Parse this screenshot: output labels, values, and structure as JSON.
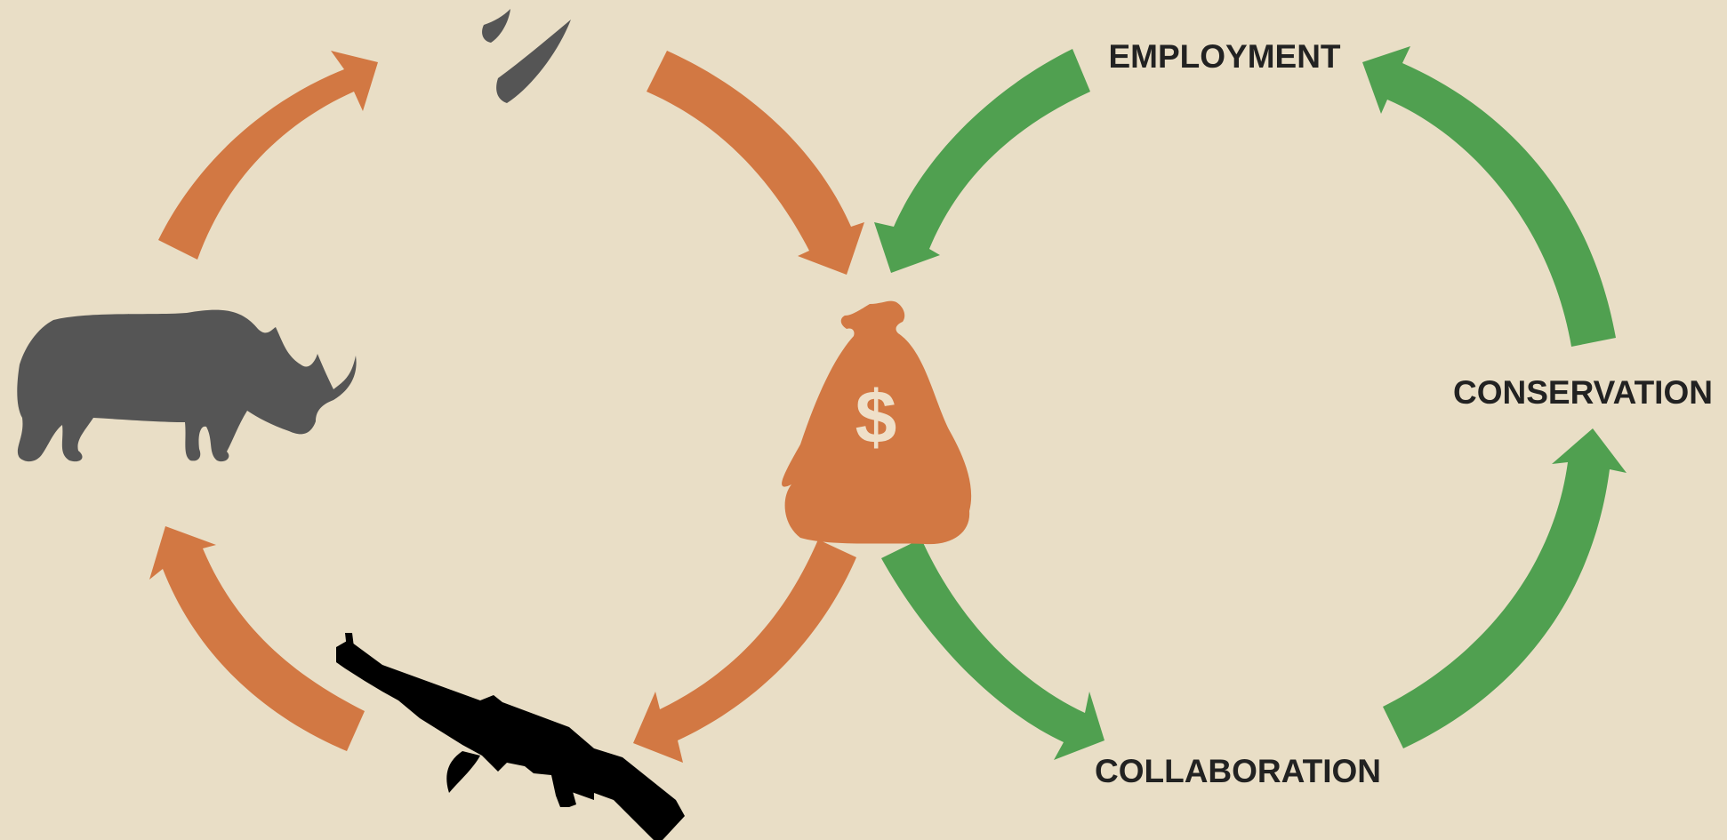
{
  "colors": {
    "background": "#e9dec6",
    "poaching_arrow": "#d27843",
    "conservation_arrow": "#50a050",
    "silhouette": "#555555",
    "rifle": "#000000",
    "money_bag": "#d27843",
    "dollar": "#efe0c9",
    "label_text": "#222222"
  },
  "icons": {
    "rhino": "rhino-silhouette",
    "horn": "rhino-horn",
    "money": "money-bag",
    "weapon": "assault-rifle"
  },
  "money_bag": {
    "symbol": "$"
  },
  "labels": {
    "employment": "EMPLOYMENT",
    "conservation": "CONSERVATION",
    "collaboration": "COLLABORATION"
  }
}
